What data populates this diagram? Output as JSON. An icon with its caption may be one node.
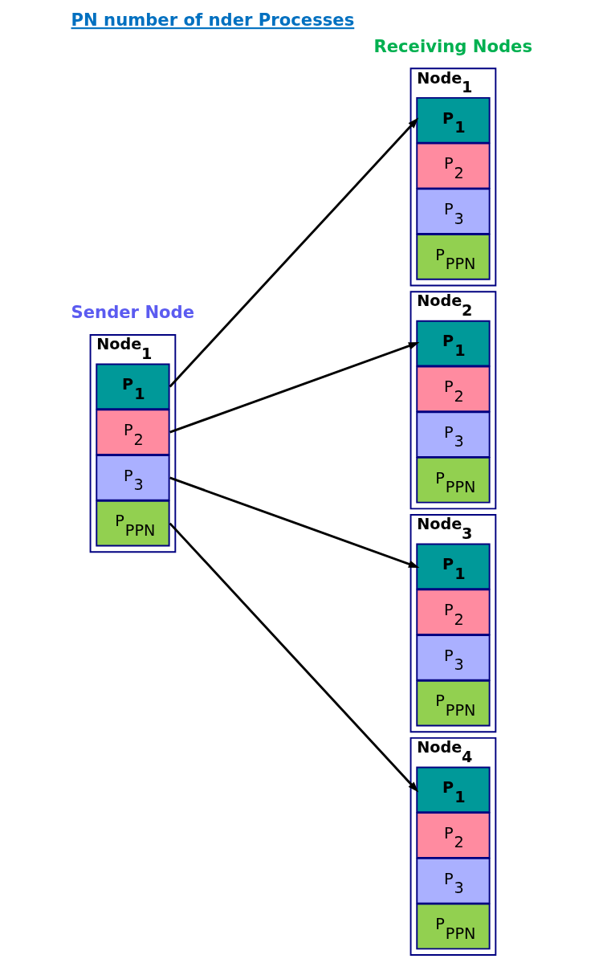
{
  "diagram": {
    "title": "PN number of nder Processes",
    "nodes": [
      {
        "text": [
          "Node$_{1}$"
        ]
      },
      {
        "text": [
          "P$_{1}$"
        ],
        "in": 0
      },
      {
        "text": [
          "P$_{2}$"
        ],
        "in": 0
      },
      {
        "text": [
          "P$_{3}$"
        ],
        "in": 0
      },
      {
        "text": [
          "P$_{PPN}$"
        ],
        "in": 0
      },
      {
        "text": [
          "Node$_{1}$"
        ]
      },
      {
        "text": [
          "P$_{1}$"
        ],
        "in": 5
      },
      {
        "text": [
          "P$_{2}$"
        ],
        "in": 5
      },
      {
        "text": [
          "P$_{3}$"
        ],
        "in": 5
      },
      {
        "text": [
          "P$_{PPN}$"
        ],
        "in": 5
      },
      {
        "text": [
          "Node$_{2}$"
        ]
      },
      {
        "text": [
          "P$_{1}$"
        ],
        "in": 10
      },
      {
        "text": [
          "P$_{2}$"
        ],
        "in": 10
      },
      {
        "text": [
          "P$_{3}$"
        ],
        "in": 10
      },
      {
        "text": [
          "P$_{PPN}$"
        ],
        "in": 10
      },
      {
        "text": [
          "Node$_{3}$"
        ]
      },
      {
        "text": [
          "P$_{1}$"
        ],
        "in": 15
      },
      {
        "text": [
          "P$_{2}$"
        ],
        "in": 15
      },
      {
        "text": [
          "P$_{3}$"
        ],
        "in": 15
      },
      {
        "text": [
          "P$_{PPN}$"
        ],
        "in": 15
      },
      {
        "text": [
          "Node$_{4}$"
        ]
      },
      {
        "text": [
          "P$_{1}$"
        ],
        "in": 20
      },
      {
        "text": [
          "P$_{2}$"
        ],
        "in": 20
      },
      {
        "text": [
          "P$_{3}$"
        ],
        "in": 20
      },
      {
        "text": [
          "P$_{PPN}$"
        ],
        "in": 20
      }
    ],
    "edges": [
      {
        "from": 1,
        "to": 6,
        "arrow": "to"
      },
      {
        "from": 2,
        "to": 11,
        "arrow": "to"
      },
      {
        "from": 3,
        "to": 16,
        "arrow": "to"
      },
      {
        "from": 4,
        "to": 21,
        "arrow": "to"
      }
    ],
    "labels": [
      "Sender Node",
      "Receiving Nodes"
    ]
  }
}
